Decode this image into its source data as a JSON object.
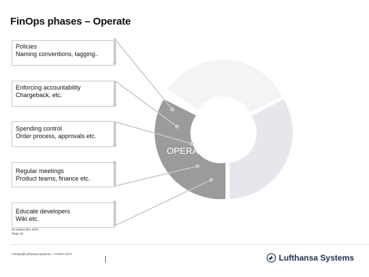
{
  "title": "FinOps phases – Operate",
  "boxes": [
    {
      "l1": "Policies",
      "l2": "Naming conventions, tagging.."
    },
    {
      "l1": "Enforcing accountability",
      "l2": "Chargeback, etc."
    },
    {
      "l1": "Spending control",
      "l2": "Order process, approvals etc."
    },
    {
      "l1": "Regular meetings",
      "l2": "Product teams, finance etc."
    },
    {
      "l1": "Educate developers",
      "l2": "Wiki etc."
    }
  ],
  "diagram": {
    "center_label": "OPERATE",
    "colors": {
      "active": "#9b9b9b",
      "light": "#f4f4f6",
      "mid": "#e6e6ec",
      "connector": "#c8c8c8"
    }
  },
  "date": "20 September 2020",
  "page": "Page 18",
  "footer": "FinOps@Lufthansa Systems – HYENT 2077",
  "logo": {
    "name": "lufthansa-crane-icon",
    "text": "Lufthansa Systems"
  }
}
